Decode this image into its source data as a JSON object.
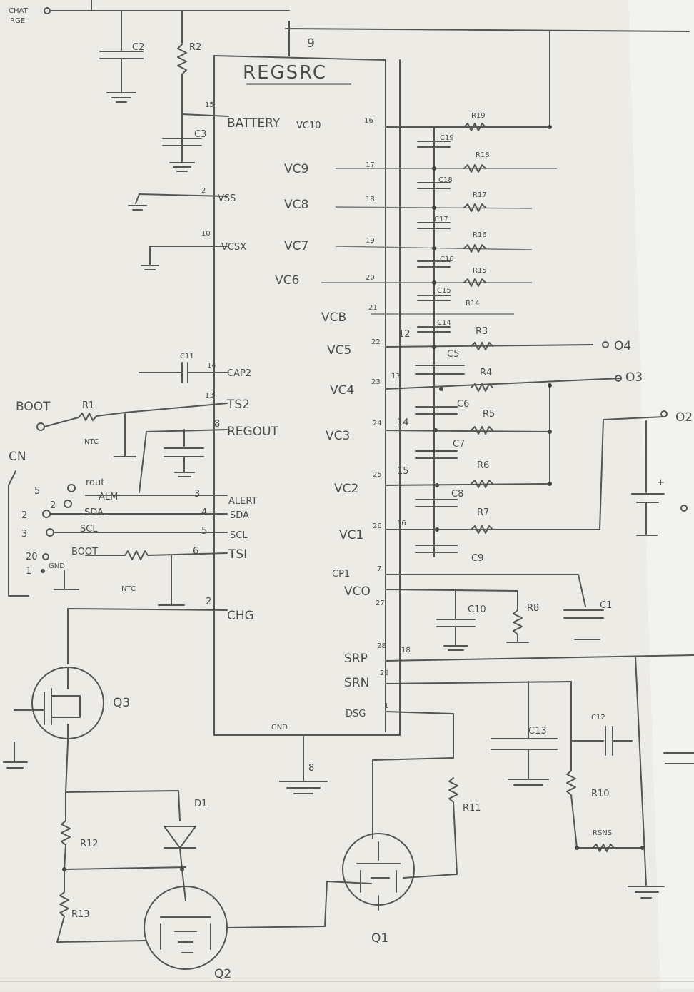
{
  "chip": {
    "name": "REGSRC",
    "pin_top": "9"
  },
  "charge": {
    "label_1": "CHAT",
    "label_2": "RGE"
  },
  "left_pins": [
    {
      "num": "15",
      "name": "BATTERY"
    },
    {
      "num": "2",
      "name": "VSS"
    },
    {
      "num": "10",
      "name": "VCSX"
    },
    {
      "num": "14",
      "name": "CAP2"
    },
    {
      "num": "13",
      "name": "TS2"
    },
    {
      "num": "8",
      "name": "REGOUT"
    },
    {
      "num": "3",
      "name": "ALERT"
    },
    {
      "num": "4",
      "name": "SDA"
    },
    {
      "num": "5",
      "name": "SCL"
    },
    {
      "num": "6",
      "name": "TSI"
    },
    {
      "num": "2",
      "name": "CHG"
    }
  ],
  "right_pins": [
    {
      "name": "VC10",
      "num": "16"
    },
    {
      "name": "VC9",
      "num": "17"
    },
    {
      "name": "VC8",
      "num": "18"
    },
    {
      "name": "VC7",
      "num": "19"
    },
    {
      "name": "VC6",
      "num": "20"
    },
    {
      "name": "VCB",
      "num": "21"
    },
    {
      "name": "VC5",
      "num": "22"
    },
    {
      "name": "VC4",
      "num": "23"
    },
    {
      "name": "VC3",
      "num": "24"
    },
    {
      "name": "VC2",
      "num": "25"
    },
    {
      "name": "VC1",
      "num": "26"
    },
    {
      "name": "CP1",
      "num": "7"
    },
    {
      "name": "VCO",
      "num": "27"
    },
    {
      "name": "SRP",
      "num": "28"
    },
    {
      "name": "SRN",
      "num": "29"
    },
    {
      "name": "DSG",
      "num": "1"
    }
  ],
  "gnd_pin": {
    "name": "GND",
    "num": "8"
  },
  "resistors": [
    "R2",
    "R19",
    "R18",
    "R17",
    "R16",
    "R15",
    "R14",
    "R3",
    "R4",
    "R5",
    "R6",
    "R7",
    "R8",
    "R1",
    "R10",
    "R11",
    "R12",
    "R13",
    "RSNS"
  ],
  "capacitors": [
    "C2",
    "C3",
    "C11",
    "C19",
    "C18",
    "C17",
    "C16",
    "C15",
    "C14",
    "C5",
    "C6",
    "C7",
    "C8",
    "C9",
    "C10",
    "C1",
    "C13",
    "C12"
  ],
  "wire_numbers": [
    "12",
    "13",
    "14",
    "15",
    "16",
    "18"
  ],
  "outputs": [
    "O4",
    "O3",
    "O2"
  ],
  "connector": {
    "label": "CN",
    "rows": [
      {
        "num": "5",
        "label": "rout"
      },
      {
        "num": "2",
        "label": "ALM"
      },
      {
        "num": "2",
        "label": "SDA"
      },
      {
        "num": "3",
        "label": "SCL"
      },
      {
        "num": "20",
        "label": "BOOT"
      },
      {
        "num": "1",
        "label": "GND"
      }
    ]
  },
  "boot_label": "BOOT",
  "ntc_label": "NTC",
  "diode": "D1",
  "transistors": [
    "Q3",
    "Q1",
    "Q2"
  ]
}
